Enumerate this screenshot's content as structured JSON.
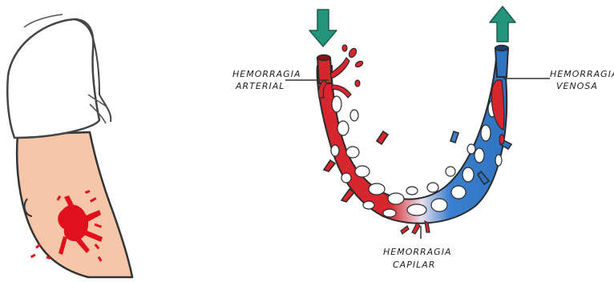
{
  "labels": {
    "arterial": {
      "line1": "HEMORRAGIA",
      "line2": "ARTERIAL"
    },
    "venosa": {
      "line1": "HEMORRAGIA",
      "line2": "VENOSA"
    },
    "capilar": {
      "line1": "HEMORRAGIA",
      "line2": "CAPILAR"
    }
  },
  "colors": {
    "artery": "#d7262e",
    "vein": "#2f74c0",
    "capillary_mid": "#e7e0ec",
    "blood": "#e0101c",
    "arrow": "#23957a",
    "skin": "#f5c6a8",
    "shirt": "#ffffff",
    "outline": "#333333"
  },
  "icons": {
    "down_arrow": "arrow-down-icon",
    "up_arrow": "arrow-up-icon"
  }
}
